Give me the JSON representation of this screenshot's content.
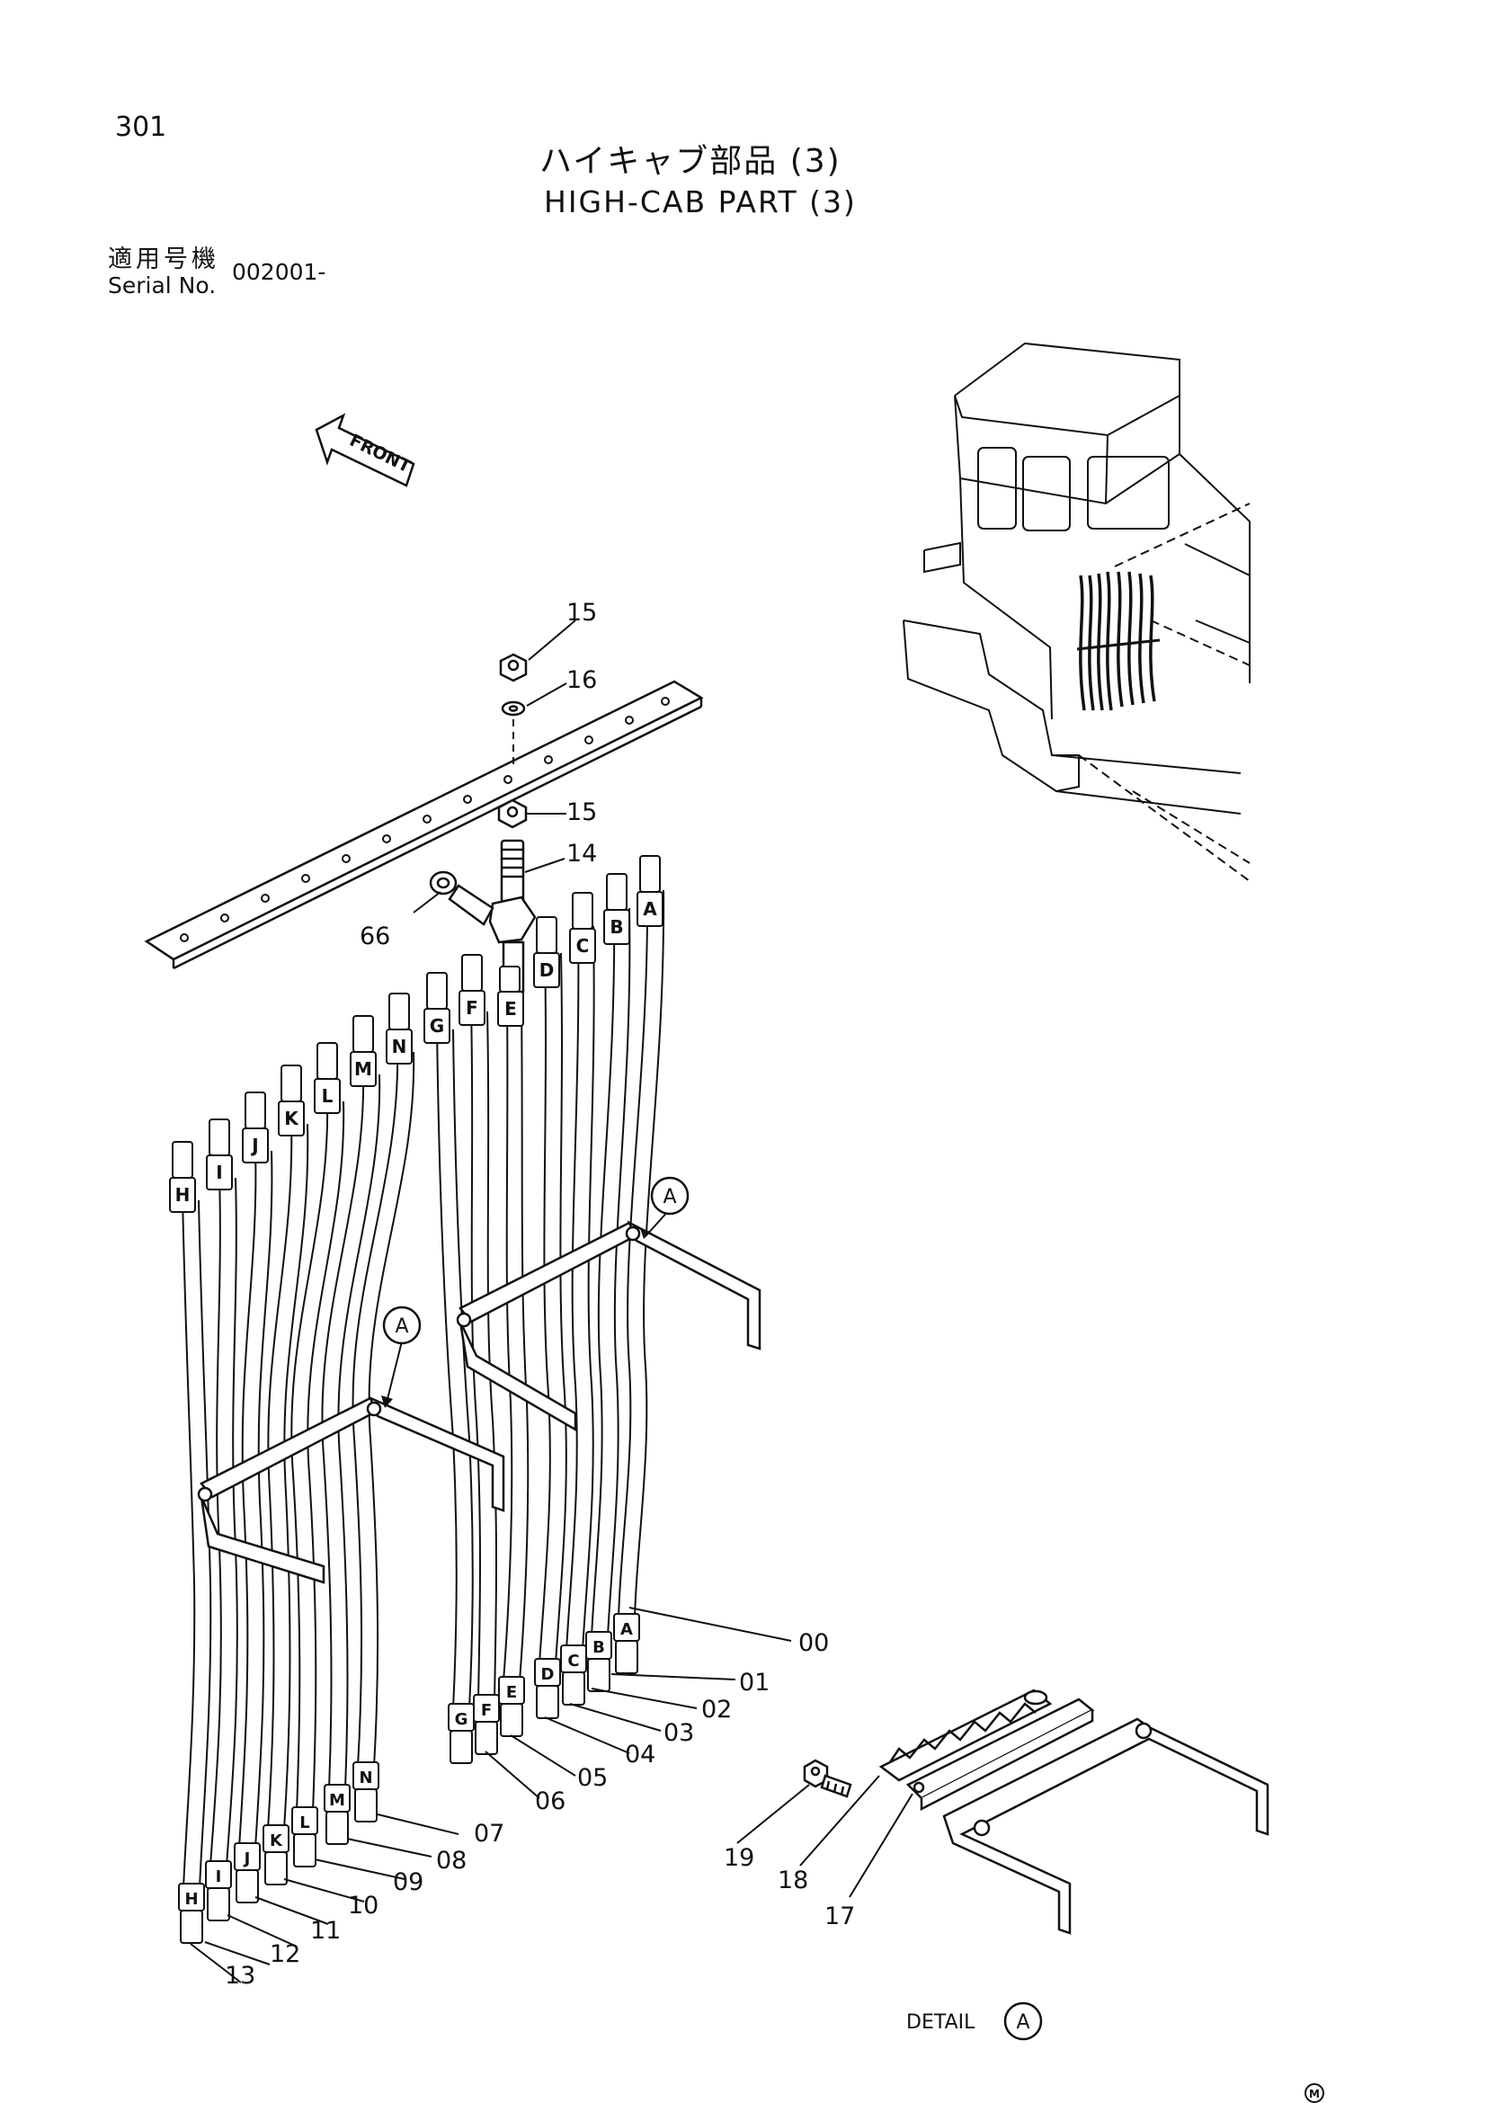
{
  "page_number": "301",
  "title_jp": "ハイキャブ部品 (3)",
  "title_en": "HIGH-CAB PART (3)",
  "serial": {
    "label_jp": "適用号機",
    "label_en": "Serial No.",
    "value": "002001-"
  },
  "front_label": "FRONT",
  "detail_label": "DETAIL",
  "detail_marker": "A",
  "callout_marker": "A",
  "mark": "M",
  "part_numbers": {
    "p15a": "15",
    "p16": "16",
    "p15b": "15",
    "p14": "14",
    "p66": "66",
    "p00": "00",
    "p01": "01",
    "p02": "02",
    "p03": "03",
    "p04": "04",
    "p05": "05",
    "p06": "06",
    "p07": "07",
    "p08": "08",
    "p09": "09",
    "p10": "10",
    "p11": "11",
    "p12": "12",
    "p13": "13",
    "p17": "17",
    "p18": "18",
    "p19": "19"
  },
  "hoses": [
    {
      "letter": "A"
    },
    {
      "letter": "B"
    },
    {
      "letter": "C"
    },
    {
      "letter": "D"
    },
    {
      "letter": "E"
    },
    {
      "letter": "F"
    },
    {
      "letter": "G"
    },
    {
      "letter": "N"
    },
    {
      "letter": "M"
    },
    {
      "letter": "L"
    },
    {
      "letter": "K"
    },
    {
      "letter": "J"
    },
    {
      "letter": "I"
    },
    {
      "letter": "H"
    }
  ]
}
